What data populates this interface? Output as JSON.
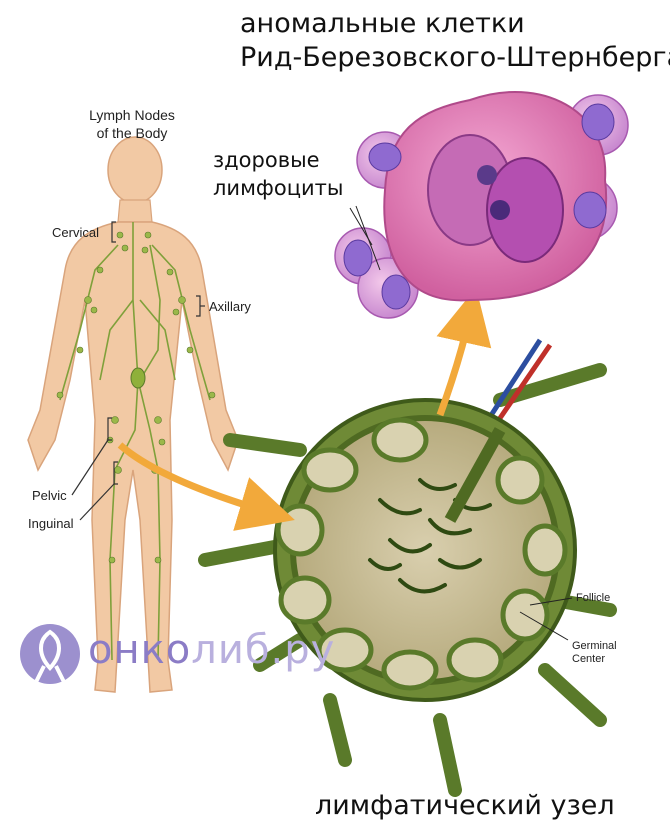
{
  "heading": {
    "line1": "аномальные клетки",
    "line2": "Рид-Березовского-Штернберга"
  },
  "healthy_label": {
    "line1": "здоровые",
    "line2": "лимфоциты"
  },
  "body_figure": {
    "title_line1": "Lymph Nodes",
    "title_line2": "of the Body",
    "labels": {
      "cervical": "Cervical",
      "axillary": "Axillary",
      "pelvic": "Pelvic",
      "inguinal": "Inguinal"
    }
  },
  "node_labels": {
    "follicle": "Follicle",
    "germinal_line1": "Germinal",
    "germinal_line2": "Center"
  },
  "caption": "лимфатический узел",
  "watermark": {
    "part1": "онко",
    "part2": "либ.ру"
  },
  "colors": {
    "body": "#f2c9a4",
    "node_green": "#5a7a2a",
    "cell_pink": "#e58ac0",
    "nucleus": "#7a4aa0",
    "arrow": "#f2a93b",
    "watermark": "#8b7cc6"
  }
}
